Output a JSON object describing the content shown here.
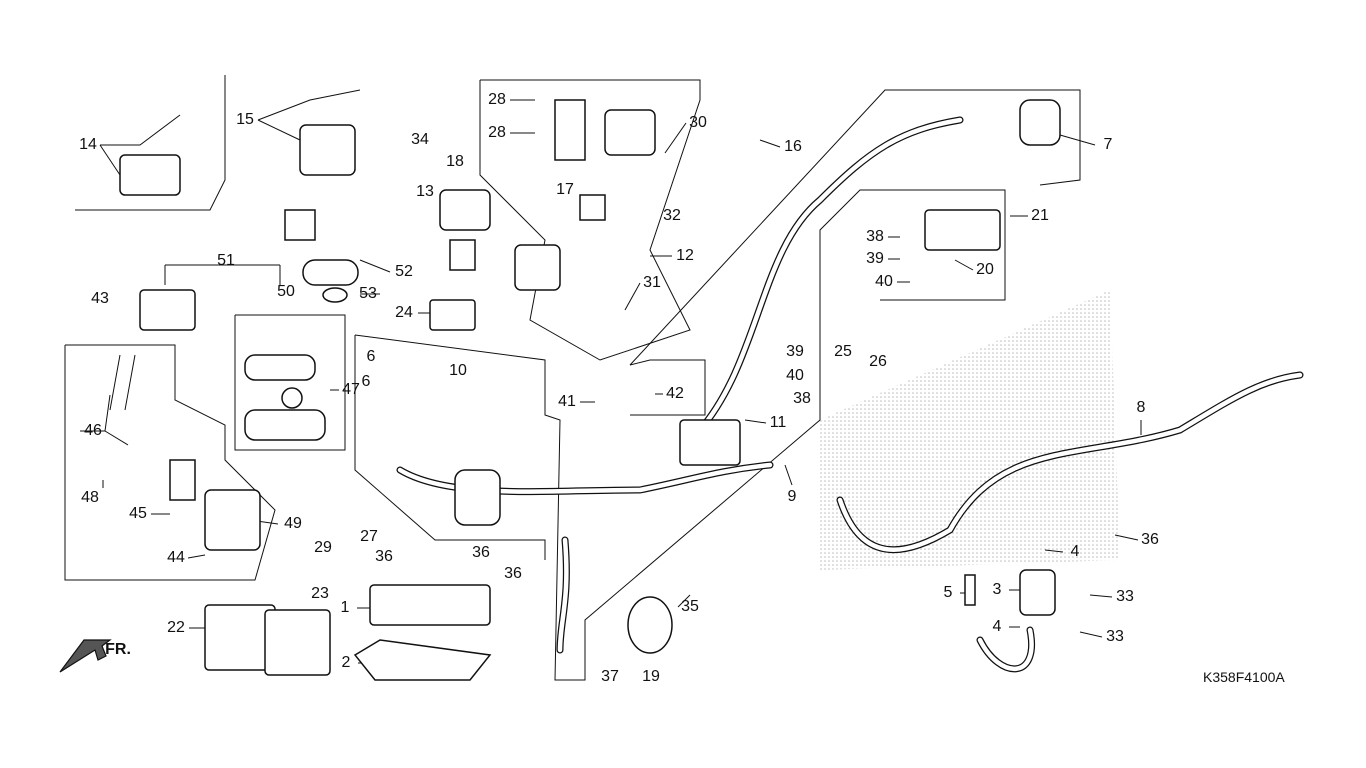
{
  "diagram_code": "K358F4100A",
  "direction_label": "FR.",
  "labels": [
    "14",
    "15",
    "34",
    "18",
    "28",
    "28",
    "30",
    "16",
    "7",
    "17",
    "32",
    "13",
    "12",
    "51",
    "52",
    "53",
    "21",
    "38",
    "39",
    "40",
    "20",
    "50",
    "43",
    "24",
    "31",
    "25",
    "26",
    "39",
    "40",
    "38",
    "6",
    "6",
    "10",
    "47",
    "46",
    "41",
    "42",
    "11",
    "9",
    "8",
    "48",
    "45",
    "49",
    "29",
    "27",
    "44",
    "36",
    "36",
    "36",
    "36",
    "4",
    "35",
    "3",
    "5",
    "33",
    "4",
    "33",
    "1",
    "22",
    "23",
    "2",
    "37",
    "19"
  ]
}
